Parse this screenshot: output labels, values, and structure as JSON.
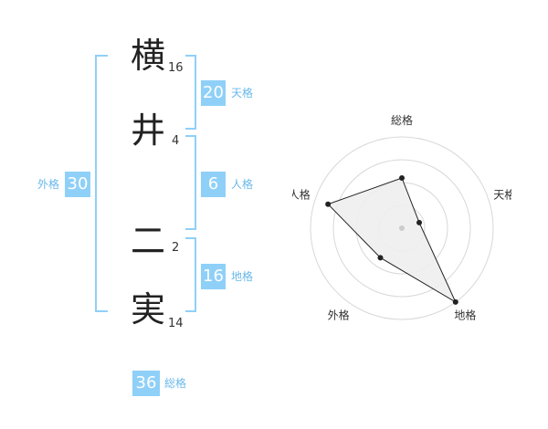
{
  "name": {
    "chars": [
      {
        "char": "横",
        "strokes": "16"
      },
      {
        "char": "井",
        "strokes": "4"
      },
      {
        "char": "二",
        "strokes": "2"
      },
      {
        "char": "実",
        "strokes": "14"
      }
    ]
  },
  "kakusu": {
    "tenkaku": {
      "value": "20",
      "label": "天格"
    },
    "jinkaku": {
      "value": "6",
      "label": "人格"
    },
    "chikaku": {
      "value": "16",
      "label": "地格"
    },
    "gaikaku": {
      "value": "30",
      "label": "外格"
    },
    "soukaku": {
      "value": "36",
      "label": "総格"
    }
  },
  "chart_data": {
    "type": "radar",
    "axes": [
      "総格",
      "天格",
      "地格",
      "外格",
      "人格"
    ],
    "values": [
      0.55,
      0.2,
      1.0,
      0.4,
      0.85
    ],
    "rings": 4
  }
}
